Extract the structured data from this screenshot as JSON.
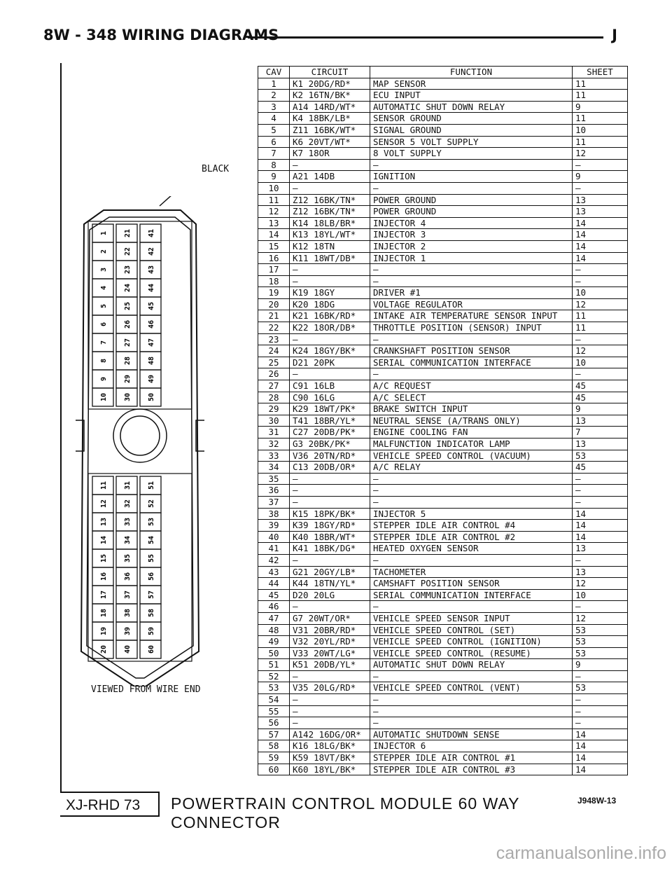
{
  "header": {
    "page_label": "8W - 348",
    "title": "WIRING DIAGRAMS",
    "right_mark": "J"
  },
  "table": {
    "headers": [
      "CAV",
      "CIRCUIT",
      "FUNCTION",
      "SHEET"
    ],
    "rows": [
      [
        "1",
        "K1 20DG/RD*",
        "MAP SENSOR",
        "11"
      ],
      [
        "2",
        "K2 16TN/BK*",
        "ECU INPUT",
        "11"
      ],
      [
        "3",
        "A14 14RD/WT*",
        "AUTOMATIC SHUT DOWN RELAY",
        "9"
      ],
      [
        "4",
        "K4 18BK/LB*",
        "SENSOR GROUND",
        "11"
      ],
      [
        "5",
        "Z11 16BK/WT*",
        "SIGNAL GROUND",
        "10"
      ],
      [
        "6",
        "K6 20VT/WT*",
        "SENSOR 5 VOLT SUPPLY",
        "11"
      ],
      [
        "7",
        "K7 18OR",
        "8 VOLT SUPPLY",
        "12"
      ],
      [
        "8",
        "—",
        "—",
        "—"
      ],
      [
        "9",
        "A21 14DB",
        "IGNITION",
        "9"
      ],
      [
        "10",
        "—",
        "—",
        "—"
      ],
      [
        "11",
        "Z12 16BK/TN*",
        "POWER GROUND",
        "13"
      ],
      [
        "12",
        "Z12 16BK/TN*",
        "POWER GROUND",
        "13"
      ],
      [
        "13",
        "K14 18LB/BR*",
        "INJECTOR 4",
        "14"
      ],
      [
        "14",
        "K13 18YL/WT*",
        "INJECTOR 3",
        "14"
      ],
      [
        "15",
        "K12 18TN",
        "INJECTOR 2",
        "14"
      ],
      [
        "16",
        "K11 18WT/DB*",
        "INJECTOR 1",
        "14"
      ],
      [
        "17",
        "—",
        "—",
        "—"
      ],
      [
        "18",
        "—",
        "—",
        "—"
      ],
      [
        "19",
        "K19 18GY",
        "DRIVER #1",
        "10"
      ],
      [
        "20",
        "K20 18DG",
        "VOLTAGE REGULATOR",
        "12"
      ],
      [
        "21",
        "K21 16BK/RD*",
        "INTAKE AIR TEMPERATURE SENSOR INPUT",
        "11"
      ],
      [
        "22",
        "K22 18OR/DB*",
        "THROTTLE POSITION (SENSOR) INPUT",
        "11"
      ],
      [
        "23",
        "—",
        "—",
        "—"
      ],
      [
        "24",
        "K24 18GY/BK*",
        "CRANKSHAFT POSITION SENSOR",
        "12"
      ],
      [
        "25",
        "D21 20PK",
        "SERIAL COMMUNICATION INTERFACE",
        "10"
      ],
      [
        "26",
        "—",
        "—",
        "—"
      ],
      [
        "27",
        "C91 16LB",
        "A/C REQUEST",
        "45"
      ],
      [
        "28",
        "C90 16LG",
        "A/C SELECT",
        "45"
      ],
      [
        "29",
        "K29 18WT/PK*",
        "BRAKE SWITCH INPUT",
        "9"
      ],
      [
        "30",
        "T41 18BR/YL*",
        "NEUTRAL SENSE (A/TRANS ONLY)",
        "13"
      ],
      [
        "31",
        "C27 20DB/PK*",
        "ENGINE COOLING FAN",
        "7"
      ],
      [
        "32",
        "G3 20BK/PK*",
        "MALFUNCTION INDICATOR LAMP",
        "13"
      ],
      [
        "33",
        "V36 20TN/RD*",
        "VEHICLE SPEED CONTROL (VACUUM)",
        "53"
      ],
      [
        "34",
        "C13 20DB/OR*",
        "A/C RELAY",
        "45"
      ],
      [
        "35",
        "—",
        "—",
        "—"
      ],
      [
        "36",
        "—",
        "—",
        "—"
      ],
      [
        "37",
        "—",
        "—",
        "—"
      ],
      [
        "38",
        "K15 18PK/BK*",
        "INJECTOR 5",
        "14"
      ],
      [
        "39",
        "K39 18GY/RD*",
        "STEPPER IDLE AIR CONTROL #4",
        "14"
      ],
      [
        "40",
        "K40 18BR/WT*",
        "STEPPER IDLE AIR CONTROL #2",
        "14"
      ],
      [
        "41",
        "K41 18BK/DG*",
        "HEATED OXYGEN SENSOR",
        "13"
      ],
      [
        "42",
        "—",
        "—",
        "—"
      ],
      [
        "43",
        "G21 20GY/LB*",
        "TACHOMETER",
        "13"
      ],
      [
        "44",
        "K44 18TN/YL*",
        "CAMSHAFT POSITION SENSOR",
        "12"
      ],
      [
        "45",
        "D20 20LG",
        "SERIAL COMMUNICATION INTERFACE",
        "10"
      ],
      [
        "46",
        "—",
        "—",
        "—"
      ],
      [
        "47",
        "G7 20WT/OR*",
        "VEHICLE SPEED SENSOR INPUT",
        "12"
      ],
      [
        "48",
        "V31 20BR/RD*",
        "VEHICLE SPEED CONTROL (SET)",
        "53"
      ],
      [
        "49",
        "V32 20YL/RD*",
        "VEHICLE SPEED CONTROL (IGNITION)",
        "53"
      ],
      [
        "50",
        "V33 20WT/LG*",
        "VEHICLE SPEED CONTROL (RESUME)",
        "53"
      ],
      [
        "51",
        "K51 20DB/YL*",
        "AUTOMATIC SHUT DOWN RELAY",
        "9"
      ],
      [
        "52",
        "—",
        "—",
        "—"
      ],
      [
        "53",
        "V35 20LG/RD*",
        "VEHICLE SPEED CONTROL (VENT)",
        "53"
      ],
      [
        "54",
        "—",
        "—",
        "—"
      ],
      [
        "55",
        "—",
        "—",
        "—"
      ],
      [
        "56",
        "—",
        "—",
        "—"
      ],
      [
        "57",
        "A142 16DG/OR*",
        "AUTOMATIC SHUTDOWN SENSE",
        "14"
      ],
      [
        "58",
        "K16 18LG/BK*",
        "INJECTOR 6",
        "14"
      ],
      [
        "59",
        "K59 18VT/BK*",
        "STEPPER IDLE AIR CONTROL #1",
        "14"
      ],
      [
        "60",
        "K60 18YL/BK*",
        "STEPPER IDLE AIR CONTROL #3",
        "14"
      ]
    ]
  },
  "connector": {
    "label_black": "BLACK",
    "viewed_label": "VIEWED FROM WIRE END",
    "top_rows": [
      [
        "1",
        "2",
        "3",
        "4",
        "5",
        "6",
        "7",
        "8",
        "9",
        "10"
      ],
      [
        "21",
        "22",
        "23",
        "24",
        "25",
        "26",
        "27",
        "28",
        "29",
        "30"
      ],
      [
        "41",
        "42",
        "43",
        "44",
        "45",
        "46",
        "47",
        "48",
        "49",
        "50"
      ]
    ],
    "bottom_rows": [
      [
        "11",
        "12",
        "13",
        "14",
        "15",
        "16",
        "17",
        "18",
        "19",
        "20"
      ],
      [
        "31",
        "32",
        "33",
        "34",
        "35",
        "36",
        "37",
        "38",
        "39",
        "40"
      ],
      [
        "51",
        "52",
        "53",
        "54",
        "55",
        "56",
        "57",
        "58",
        "59",
        "60"
      ]
    ]
  },
  "footer": {
    "doc_id": "XJ-RHD 73",
    "title": "POWERTRAIN CONTROL MODULE 60 WAY CONNECTOR",
    "fig_code": "J948W-13"
  },
  "watermark": "carmanualsonline.info"
}
